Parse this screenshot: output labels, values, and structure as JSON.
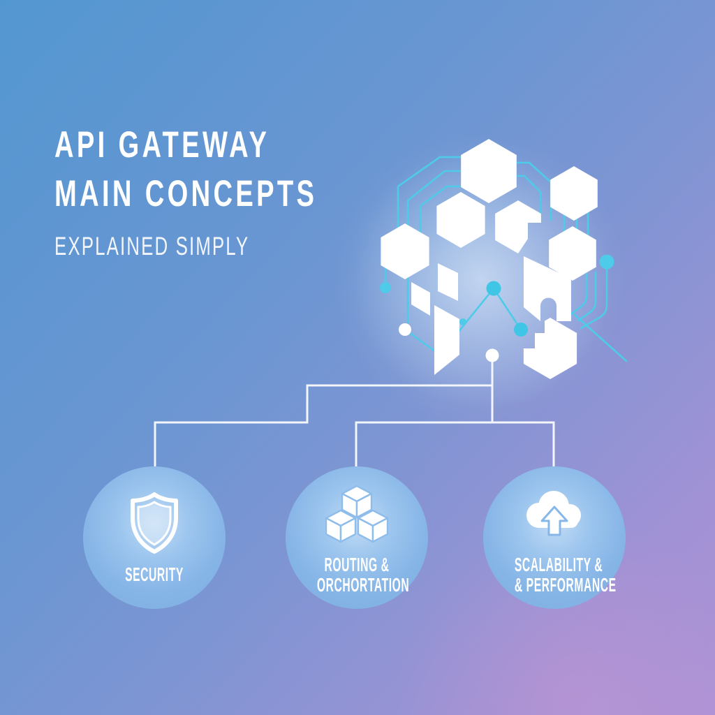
{
  "title": {
    "line1": "API GATEWAY",
    "line2": "MAIN CONCEPTS",
    "subtitle": "EXPLAINED SIMPLY"
  },
  "concepts": [
    {
      "icon": "shield-icon",
      "line1": "SECURITY",
      "line2": ""
    },
    {
      "icon": "cubes-icon",
      "line1": "ROUTING &",
      "line2": "ORCHORTATION"
    },
    {
      "icon": "cloud-upload-icon",
      "line1": "SCALABILITY &",
      "line2": "& PERFORMANCE"
    }
  ],
  "colors": {
    "background_top_left": "#5397d1",
    "background_mid": "#7e95d3",
    "background_bottom_right": "#ad93d6",
    "circle_fill": "#84b4e6",
    "accent_cyan": "#4ecbe8",
    "illustration_white": "#ffffff",
    "connector_line": "#f2f5f9",
    "title_text": "#ffffff"
  }
}
